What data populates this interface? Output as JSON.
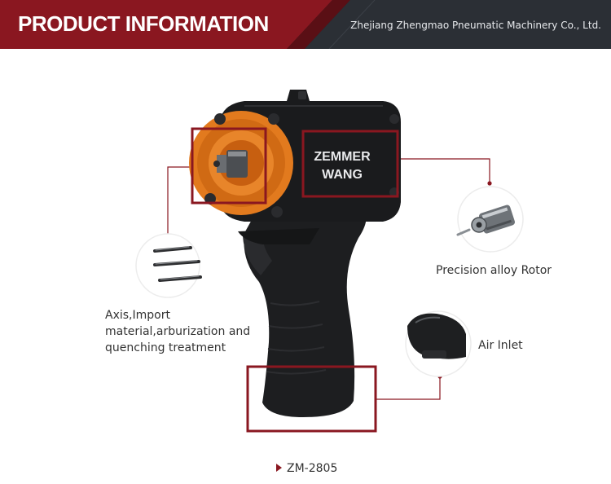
{
  "header": {
    "title": "PRODUCT INFORMATION",
    "company": "Zhejiang Zhengmao Pneumatic Machinery Co., Ltd."
  },
  "product": {
    "brand_line1": "ZEMMER",
    "brand_line2": "WANG",
    "model": "ZM-2805"
  },
  "callouts": {
    "axis": [
      "Axis,Import",
      "material,arburization and",
      "quenching treatment"
    ],
    "rotor": "Precision alloy Rotor",
    "air_inlet": "Air Inlet"
  },
  "colors": {
    "accent_red": "#8a1720",
    "header_dark": "#23262b",
    "tool_orange": "#e27a1e",
    "tool_black": "#1c1d1f"
  }
}
